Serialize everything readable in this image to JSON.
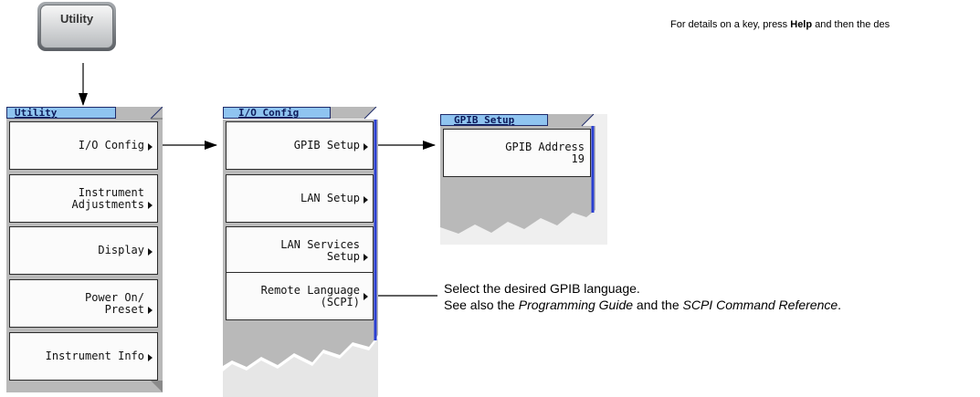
{
  "hardkey": {
    "label": "Utility"
  },
  "utility_menu": {
    "title": "Utility",
    "keys": [
      "I/O Config",
      "Instrument Adjustments",
      "Display",
      "Power On/ Preset",
      "Instrument Info"
    ]
  },
  "io_menu": {
    "title": "I/O Config",
    "keys": [
      "GPIB Setup",
      "LAN Setup",
      "LAN Services Setup",
      "Remote Language (SCPI)"
    ]
  },
  "gpib_menu": {
    "title": "GPIB Setup",
    "key_label": "GPIB Address",
    "key_value": "19"
  },
  "help_note": {
    "prefix": "For details on a key, press ",
    "help_word": "Help",
    "suffix": " and then the des"
  },
  "callout": {
    "line1": "Select the desired GPIB language.",
    "line2_pre": "See also the ",
    "line2_italic1": "Programming Guide",
    "line2_mid": " and the ",
    "line2_italic2": "SCPI Command Reference",
    "line2_end": "."
  }
}
